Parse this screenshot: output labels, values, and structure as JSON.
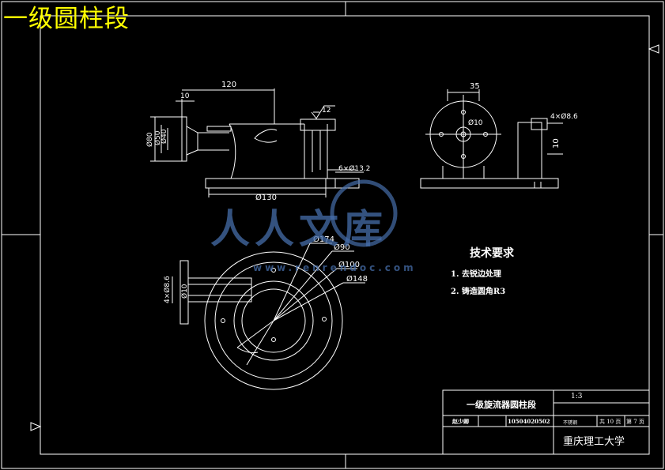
{
  "title": "一级圆柱段",
  "colors": {
    "background": "#000000",
    "lines": "#ffffff",
    "title": "#ffff00",
    "watermark": "#4a78b8"
  },
  "dimensions": {
    "front_length": "120",
    "front_offset": "10",
    "front_dia_1": "Ø80",
    "front_dia_2": "Ø50",
    "front_dia_3": "Ø40",
    "surface_finish": "12",
    "front_base_dia": "Ø130",
    "front_holes": "6×Ø13.2",
    "side_width": "35",
    "side_hole_dia": "Ø10",
    "side_holes": "4×Ø8.6",
    "side_height": "10",
    "top_dia_174": "Ø174",
    "top_dia_90": "Ø90",
    "top_dia_100": "Ø100",
    "top_dia_148": "Ø148",
    "top_left_holes": "4×Ø8.6",
    "top_left_small": "Ø10"
  },
  "watermark": {
    "main": "人人文库",
    "sub": "www.renrendoc.com"
  },
  "tech_requirements": {
    "title": "技术要求",
    "items": [
      "1. 去锐边处理",
      "2. 铸造圆角R3"
    ]
  },
  "title_block": {
    "part_name": "一级旋流器圆柱段",
    "scale": "1:3",
    "designer": "赵少卿",
    "student_id": "10504020502",
    "material": "不锈钢",
    "sheet_total": "共 10 页",
    "sheet_no": "第 7 页",
    "school": "重庆理工大学"
  }
}
